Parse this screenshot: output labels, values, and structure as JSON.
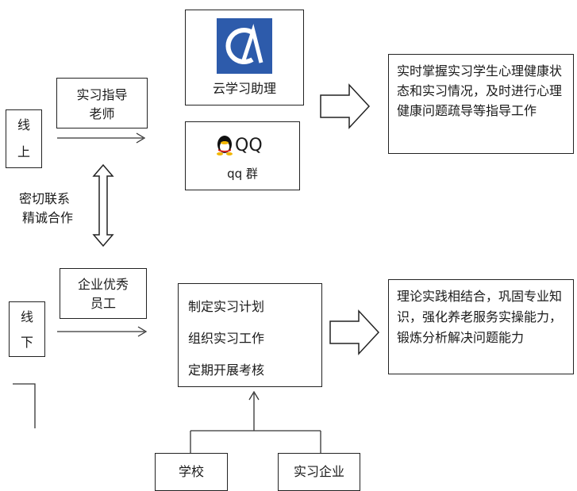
{
  "online": {
    "side_label_1": "线",
    "side_label_2": "上",
    "role_line1": "实习指导",
    "role_line2": "老师",
    "platform_1": "云学习助理",
    "platform_2_logo_text": "QQ",
    "platform_2": "qq 群",
    "result": "实时掌握实习学生心理健康状态和实习情况，及时进行心理健康问题疏导等指导工作"
  },
  "link": {
    "line1": "密切联系",
    "line2": "精诚合作"
  },
  "offline": {
    "side_label_1": "线",
    "side_label_2": "下",
    "role_line1": "企业优秀",
    "role_line2": "员工",
    "tasks": [
      "制定实习计划",
      "组织实习工作",
      "定期开展考核"
    ],
    "result": "理论实践相结合，巩固专业知识，强化养老服务实操能力，锻炼分析解决问题能力"
  },
  "sources": {
    "school": "学校",
    "company": "实习企业"
  },
  "colors": {
    "logo_blue": "#2d5bab",
    "qq_yellow": "#f2b600",
    "qq_red": "#d8261c"
  }
}
